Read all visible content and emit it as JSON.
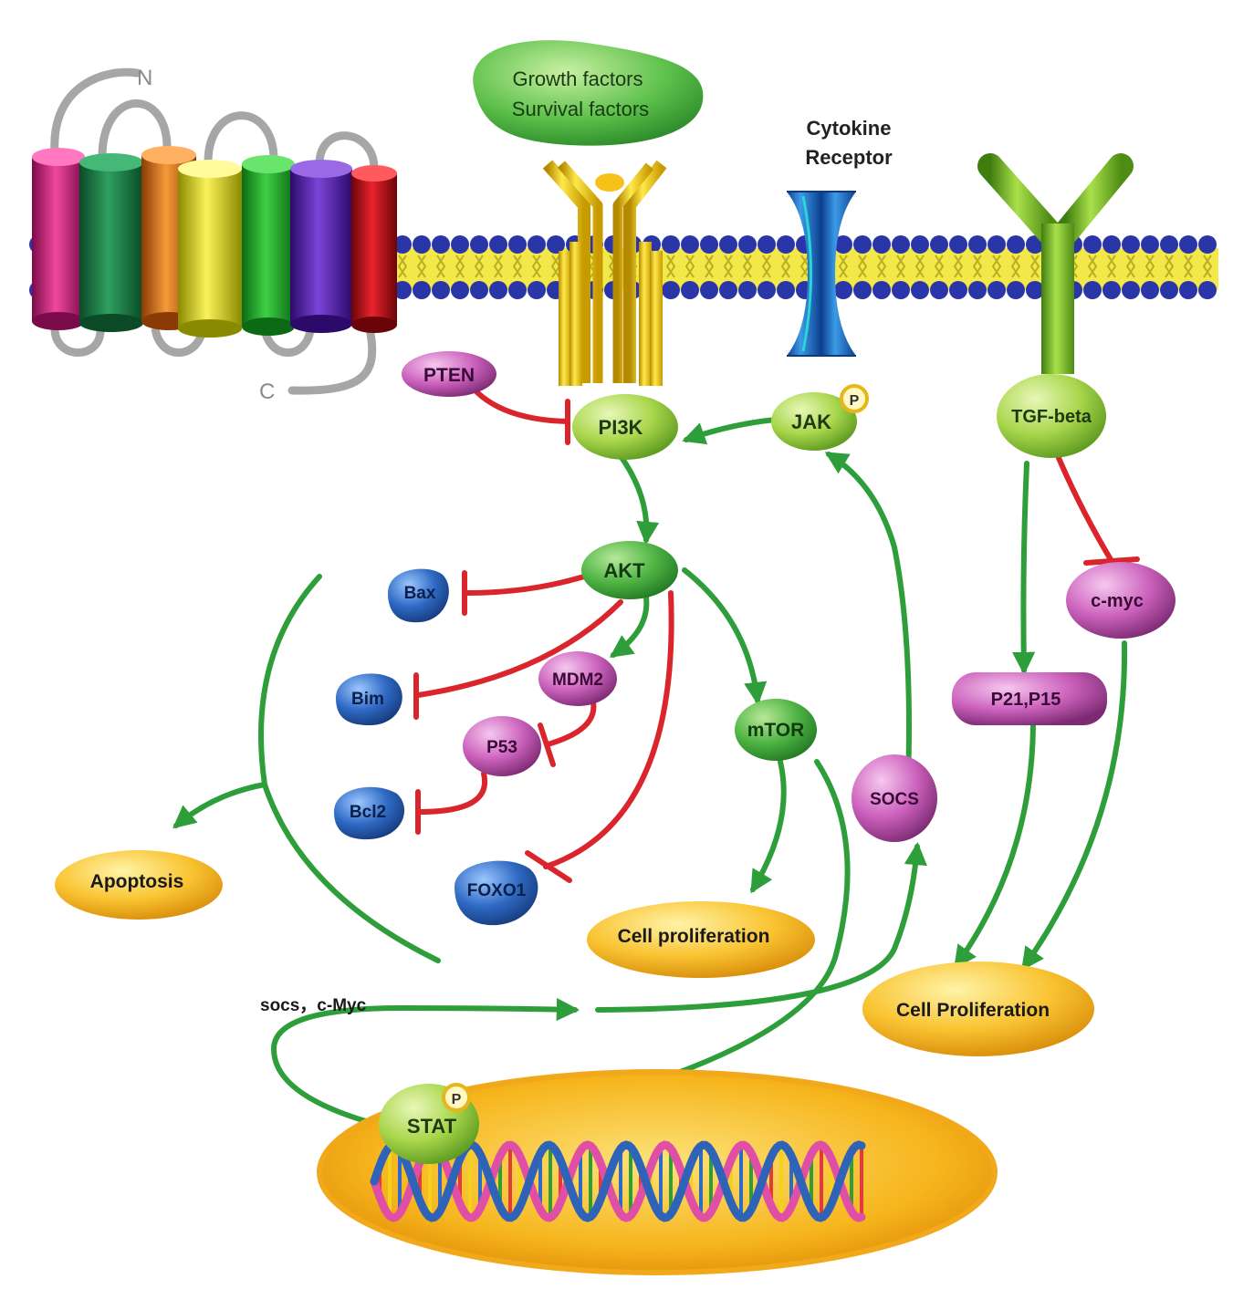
{
  "ligand": {
    "line1": "Growth factors",
    "line2": "Survival factors"
  },
  "cytokine_receptor": {
    "line1": "Cytokine",
    "line2": "Receptor"
  },
  "gpcr": {
    "n_terminus": "N",
    "c_terminus": "C"
  },
  "nodes": {
    "pten": "PTEN",
    "pi3k": "PI3K",
    "jak": "JAK",
    "tgf": "TGF-beta",
    "akt": "AKT",
    "bax": "Bax",
    "bim": "Bim",
    "mdm2": "MDM2",
    "p53": "P53",
    "bcl2": "Bcl2",
    "foxo1": "FOXO1",
    "mtor": "mTOR",
    "socs": "SOCS",
    "cmyc": "c-myc",
    "p21": "P21,P15",
    "stat": "STAT"
  },
  "phospho_label": "P",
  "outcomes": {
    "apoptosis": "Apoptosis",
    "cell_prolif_1": "Cell proliferation",
    "cell_prolif_2": "Cell Proliferation"
  },
  "stat_targets": "socs，c-Myc",
  "colors": {
    "activation_arrow": "#2e9e3a",
    "inhibition_line": "#d9252b",
    "green_node": "#8cc63f",
    "purple_node": "#c45ab3",
    "blue_node": "#2f63b7",
    "orange_node": "#f5b21b",
    "membrane_head": "#2a35a8",
    "membrane_tail": "#f2e84a"
  }
}
